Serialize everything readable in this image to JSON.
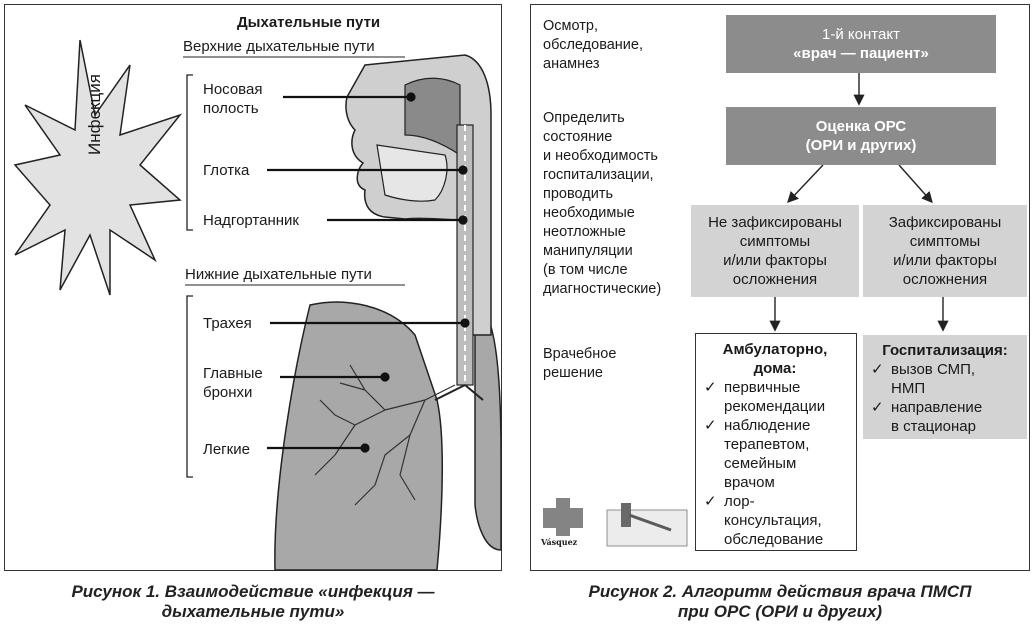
{
  "figure1": {
    "title": "Дыхательные пути",
    "upper_heading": "Верхние дыхательные пути",
    "lower_heading": "Нижние дыхательные пути",
    "infection_label": "Инфекция",
    "labels": {
      "nasal_line1": "Носовая",
      "nasal_line2": "полость",
      "pharynx": "Глотка",
      "epiglottis": "Надгортанник",
      "trachea": "Трахея",
      "bronchi_line1": "Главные",
      "bronchi_line2": "бронхи",
      "lungs": "Легкие"
    },
    "caption_line1": "Рисунок 1.  Взаимодействие «инфекция —",
    "caption_line2": "дыхательные пути»"
  },
  "figure2": {
    "left_steps": {
      "step1": [
        "Осмотр,",
        "обследование,",
        "анамнез"
      ],
      "step2": [
        "Определить",
        "состояние",
        "и необходимость",
        "госпитализации,",
        "проводить",
        "необходимые",
        "неотложные",
        "манипуляции",
        "(в том числе",
        "диагностические)"
      ],
      "step3": [
        "Врачебное",
        "решение"
      ]
    },
    "box_contact": [
      "1-й контакт",
      "«врач — пациент»"
    ],
    "box_assessment": [
      "Оценка ОРС",
      "(ОРИ и других)"
    ],
    "box_not_fixed": [
      "Не зафиксированы",
      "симптомы",
      "и/или факторы",
      "осложнения"
    ],
    "box_fixed": [
      "Зафиксированы",
      "симптомы",
      "и/или факторы",
      "осложнения"
    ],
    "outpatient": {
      "title": [
        "Амбулаторно,",
        "дома:"
      ],
      "items": [
        [
          "первичные",
          "рекомендации"
        ],
        [
          "наблюдение",
          "терапевтом,",
          "семейным",
          "врачом"
        ],
        [
          "лор-",
          "консультация,",
          "обследование"
        ]
      ]
    },
    "hospital": {
      "title": "Госпитализация:",
      "items": [
        [
          "вызов СМП,",
          "НМП"
        ],
        [
          "направление",
          "в стационар"
        ]
      ]
    },
    "logo_text": "Vásquez",
    "caption_line1": "Рисунок 2.  Алгоритм действия врача ПМСП",
    "caption_line2": "при ОРС (ОРИ и других)"
  },
  "colors": {
    "dark_box": "#8c8c8c",
    "light_box": "#d3d3d3",
    "anatomy": "#b8b8b8",
    "starburst": "#e0e0e0"
  },
  "icons": {
    "check": "check-icon",
    "star": "starburst-shape"
  }
}
